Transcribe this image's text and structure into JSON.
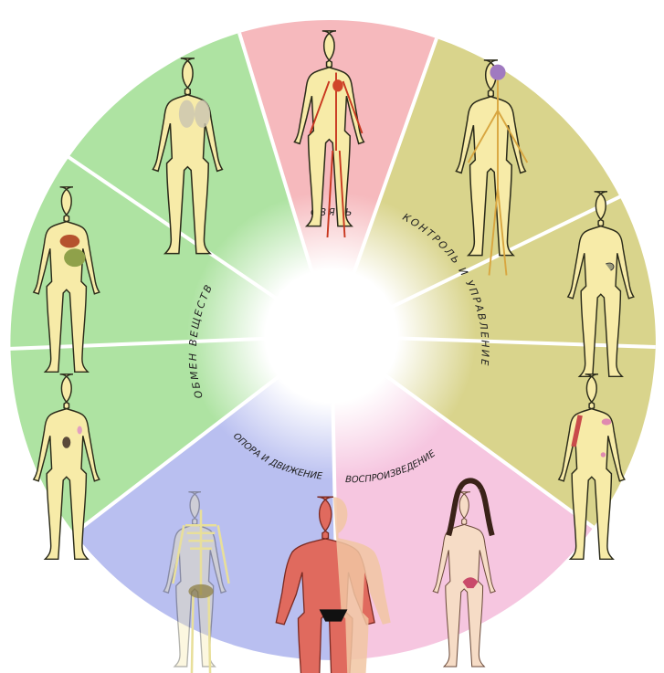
{
  "diagram": {
    "segments": [
      {
        "id": "svyaz",
        "label": "СВЯЗЬ",
        "color": "#f6b9bd"
      },
      {
        "id": "kontrol",
        "label": "КОНТРОЛЬ И УПРАВЛЕНИЕ",
        "color": "#d9d48c"
      },
      {
        "id": "vosproizvedenie",
        "label": "ВОСПРОИЗВЕДЕНИЕ",
        "color": "#f6c6e0"
      },
      {
        "id": "opora",
        "label": "ОПОРА И ДВИЖЕНИЕ",
        "color": "#b9bff0"
      },
      {
        "id": "obmen",
        "label": "ОБМЕН ВЕЩЕСТВ",
        "color": "#aee3a2"
      }
    ],
    "figures": [
      "circulatory-system-figure",
      "nervous-system-figure",
      "endocrine-head-figure",
      "endocrine-torso-figure",
      "female-reproductive-figure",
      "muscular-system-figure",
      "skeleton-figure",
      "excretory-system-figure",
      "digestive-system-figure",
      "respiratory-system-figure"
    ]
  }
}
